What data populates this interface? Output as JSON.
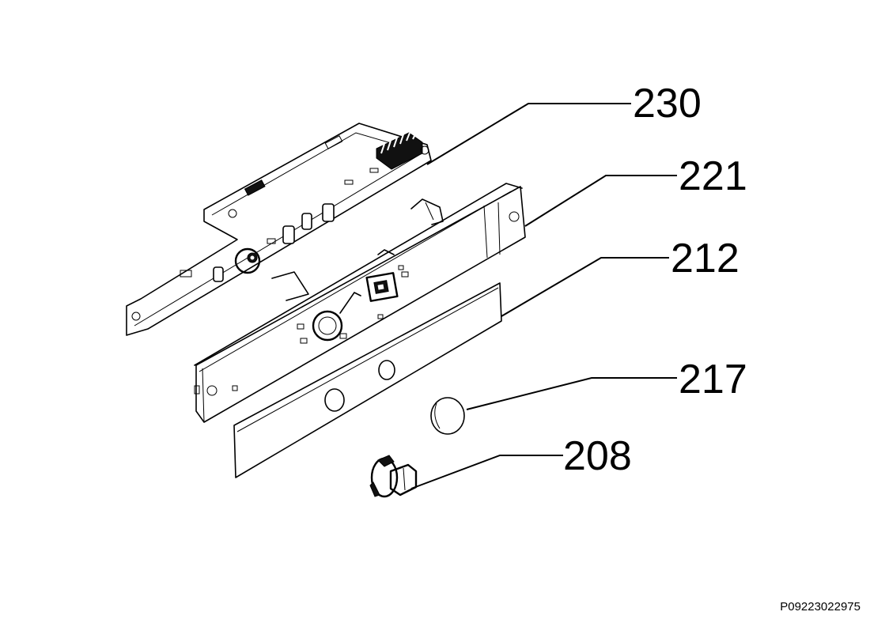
{
  "diagram": {
    "callouts": {
      "c230": "230",
      "c221": "221",
      "c212": "212",
      "c217": "217",
      "c208": "208"
    },
    "document_code": "P09223022975"
  }
}
